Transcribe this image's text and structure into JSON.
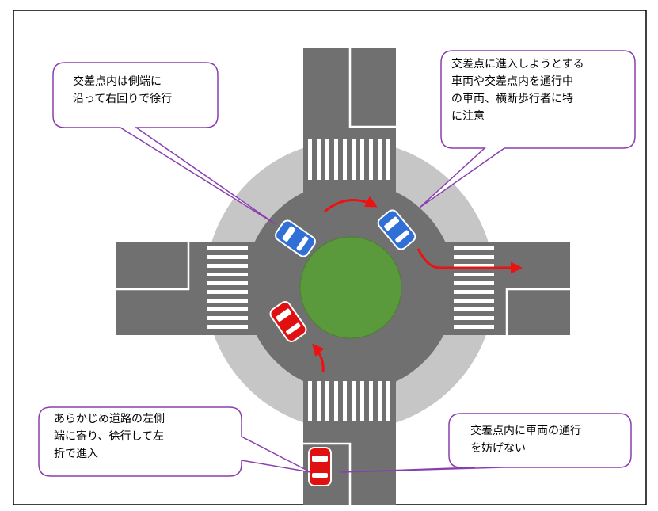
{
  "colors": {
    "road": "#707070",
    "outer_ring": "#c6c6c6",
    "island": "#5a9a3c",
    "callout_border": "#8a3fb0",
    "arrow": "#ee1111",
    "car_blue": "#2f6fd6",
    "car_red": "#e01010"
  },
  "callouts": {
    "top_left": "交差点内は側端に\n沿って右回りで徐行",
    "top_right": "交差点に進入しようとする\n車両や交差点内を通行中\nの車両、横断歩行者に特\nに注意",
    "bottom_left": "あらかじめ道路の左側\n端に寄り、徐行して左\n折で進入",
    "bottom_right": "交差点内に車両の通行\nを妨げない"
  },
  "icons": {
    "cars": [
      "car-blue-icon",
      "car-blue-icon",
      "car-red-icon",
      "car-red-icon"
    ],
    "arrows": [
      "arrow-icon",
      "arrow-icon",
      "arrow-icon"
    ]
  }
}
